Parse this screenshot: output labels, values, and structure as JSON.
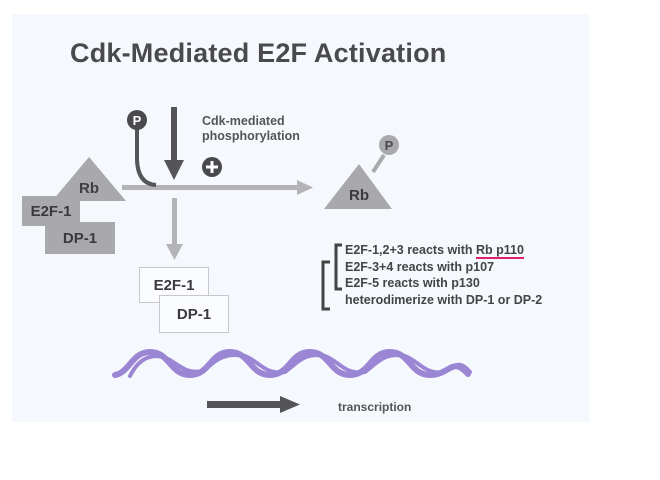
{
  "title": "Cdk-Mediated E2F Activation",
  "phosphorylation_label_line1": "Cdk-mediated",
  "phosphorylation_label_line2": "phosphorylation",
  "phosphate_symbol": "P",
  "plus_symbol": "+",
  "complex_left": {
    "rb": "Rb",
    "e2f": "E2F-1",
    "dp": "DP-1"
  },
  "rb_phosphorylated": {
    "rb": "Rb",
    "phosphate": "P"
  },
  "released": {
    "e2f": "E2F-1",
    "dp": "DP-1"
  },
  "notes": {
    "items": [
      {
        "prefix": "E2F-1,2+3 reacts with ",
        "highlight": "Rb p110"
      },
      {
        "prefix": "E2F-3+4 reacts with p107",
        "highlight": ""
      },
      {
        "prefix": "E2F-5 reacts with p130",
        "highlight": ""
      },
      {
        "prefix": "heterodimerize with DP-1 or DP-2",
        "highlight": ""
      }
    ]
  },
  "transcription_label": "transcription",
  "colors": {
    "panel_bg": "#f5f9fd",
    "gray_shape": "#a9a9ab",
    "dark_arrow": "#555558",
    "dna_purple": "#9b86d4",
    "highlight_underline": "#e2206e"
  }
}
